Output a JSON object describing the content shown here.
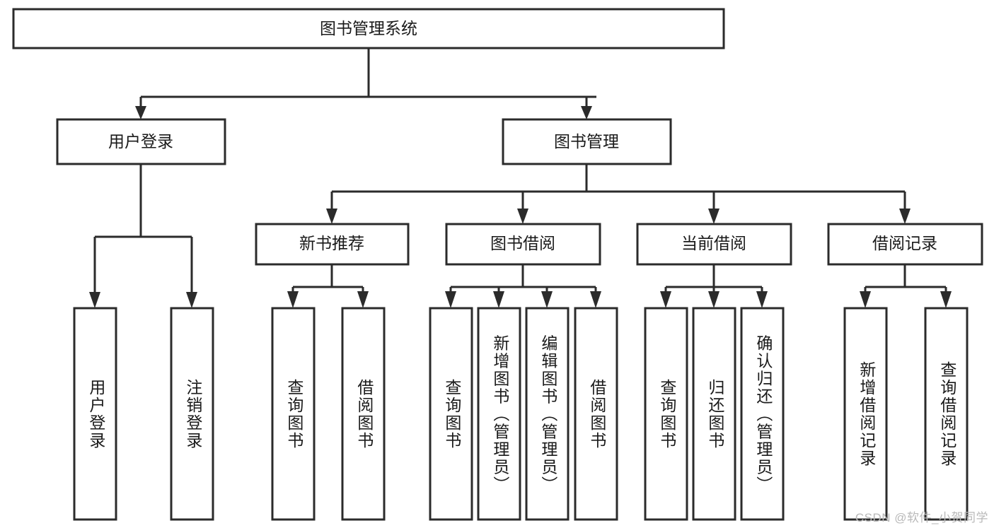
{
  "diagram": {
    "type": "tree",
    "title": "图书管理系统",
    "orientation": "top-down",
    "colors": {
      "stroke": "#2b2b2b",
      "fill": "#ffffff",
      "text": "#1a1a1a",
      "watermark": "#b9b9b9",
      "background": "#ffffff"
    },
    "root": {
      "label": "图书管理系统"
    },
    "level2": [
      {
        "label": "用户登录"
      },
      {
        "label": "图书管理"
      }
    ],
    "level3": [
      {
        "label": "新书推荐"
      },
      {
        "label": "图书借阅"
      },
      {
        "label": "当前借阅"
      },
      {
        "label": "借阅记录"
      }
    ],
    "leaves": {
      "user_login": [
        {
          "label": "用户登录"
        },
        {
          "label": "注销登录"
        }
      ],
      "new_book_recommend": [
        {
          "label": "查询图书"
        },
        {
          "label": "借阅图书"
        }
      ],
      "book_borrow": [
        {
          "label": "查询图书"
        },
        {
          "label": "新增图书（管理员）"
        },
        {
          "label": "编辑图书（管理员）"
        },
        {
          "label": "借阅图书"
        }
      ],
      "current_borrow": [
        {
          "label": "查询图书"
        },
        {
          "label": "归还图书"
        },
        {
          "label": "确认归还（管理员）"
        }
      ],
      "borrow_record": [
        {
          "label": "新增借阅记录"
        },
        {
          "label": "查询借阅记录"
        }
      ]
    }
  },
  "watermark": {
    "text": "CSDN @软件_小贺同学"
  }
}
